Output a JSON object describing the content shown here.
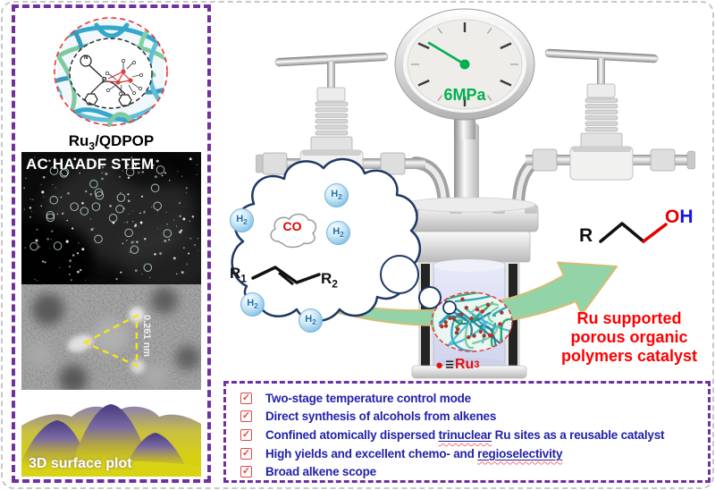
{
  "figure": {
    "left_panel": {
      "catalyst_label": {
        "pre": "Ru",
        "sub": "3",
        "post": "/QDPOP"
      },
      "stem_title": "AC HAADF STEM",
      "distance_label": "0.261 nm",
      "surface_title": "3D surface plot"
    },
    "gauge": {
      "reading": "6MPa"
    },
    "cloud": {
      "h2": {
        "pre": "H",
        "sub": "2"
      },
      "co": "CO",
      "r1": {
        "pre": "R",
        "sub": "1"
      },
      "r2": {
        "pre": "R",
        "sub": "2"
      }
    },
    "product": {
      "r": "R",
      "o": "O",
      "h": "H"
    },
    "catalyst_caption": {
      "line1": "Ru supported",
      "line2": "porous organic",
      "line3": "polymers catalyst"
    },
    "ru3_tag": {
      "bullet": "●",
      "equiv": "≡",
      "pre": "Ru",
      "sub": "3"
    },
    "checklist": {
      "items": [
        {
          "pre": "Two-stage temperature control mode",
          "u": "",
          "post": ""
        },
        {
          "pre": "Direct synthesis of alcohols from alkenes",
          "u": "",
          "post": ""
        },
        {
          "pre": "Confined atomically dispersed ",
          "u": "trinuclear",
          "post": " Ru sites as a reusable catalyst"
        },
        {
          "pre": "High yields and excellent chemo- and ",
          "u": "regioselectivity",
          "post": ""
        },
        {
          "pre": "Broad alkene scope",
          "u": "",
          "post": ""
        }
      ]
    },
    "icons": {
      "checkbox_check": "✓"
    },
    "colors": {
      "purple_border": "#7030A0",
      "blue_text": "#2222AA",
      "red_accent": "#FF0000",
      "green_gauge": "#00B050",
      "check_red": "#E84343"
    }
  }
}
